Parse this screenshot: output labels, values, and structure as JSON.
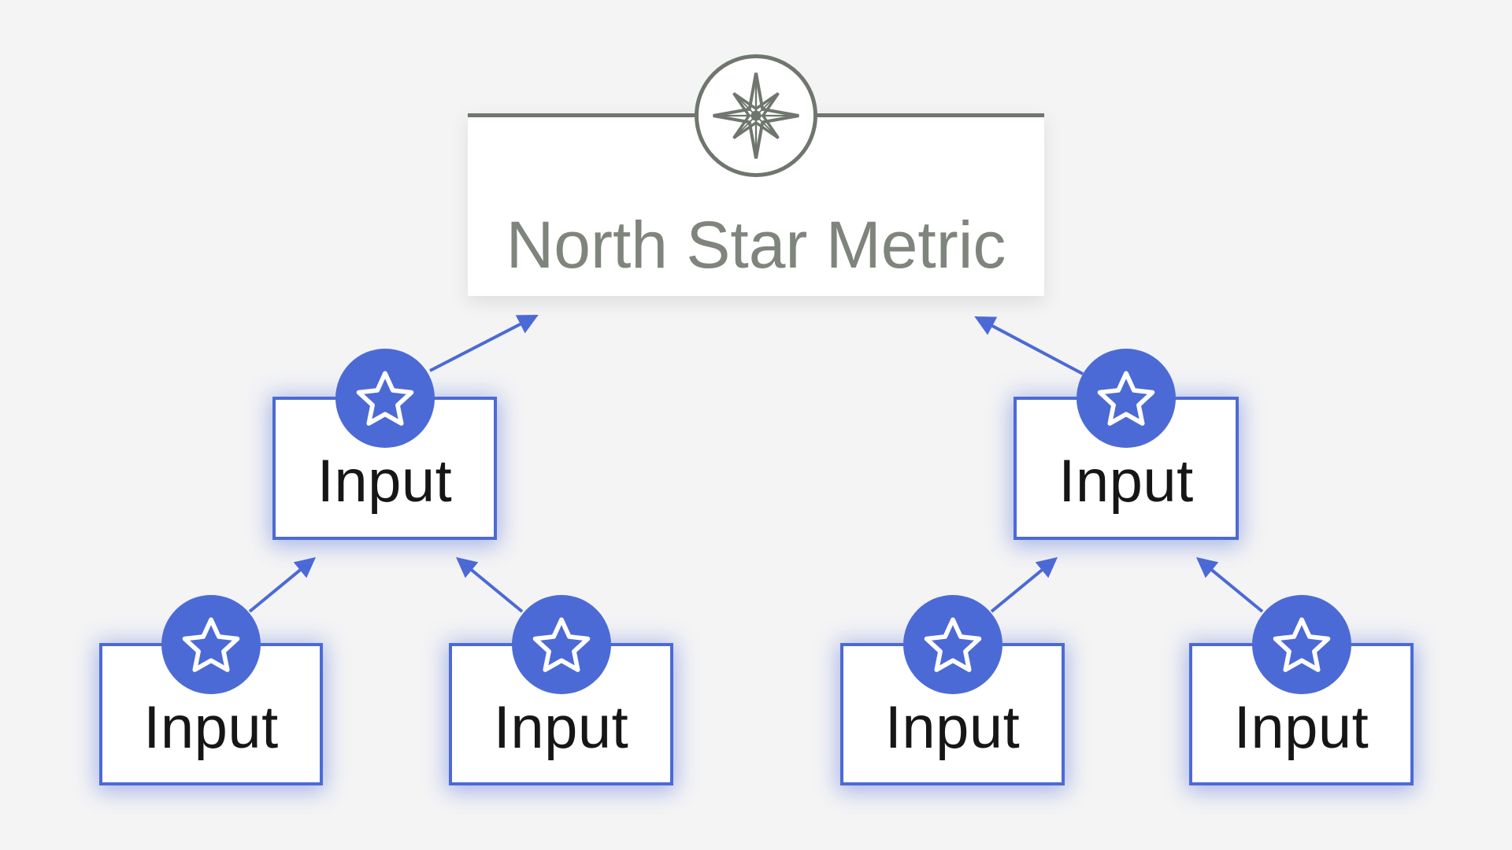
{
  "diagram": {
    "title": "North Star Metric",
    "level2_nodes": [
      {
        "label": "Input"
      },
      {
        "label": "Input"
      }
    ],
    "level3_nodes": [
      {
        "label": "Input"
      },
      {
        "label": "Input"
      },
      {
        "label": "Input"
      },
      {
        "label": "Input"
      }
    ],
    "icons": {
      "north_star_badge": "compass-rose-icon",
      "input_badge": "star-icon"
    },
    "colors": {
      "background": "#f4f4f5",
      "accent_blue": "#4c6ad6",
      "accent_gray": "#6f766e",
      "title_text": "#7f857d",
      "input_text": "#161616",
      "node_fill": "#ffffff"
    }
  }
}
